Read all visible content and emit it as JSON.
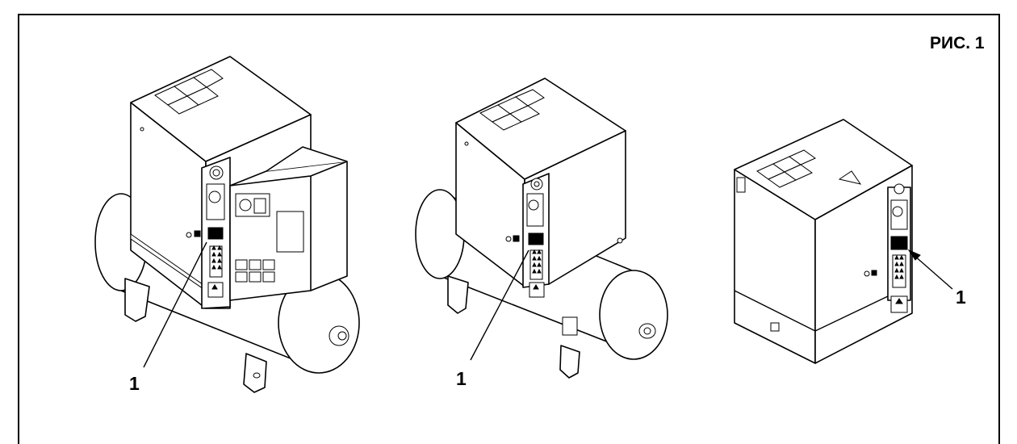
{
  "figure": {
    "title": "РИС. 1",
    "callouts": [
      {
        "id": "left",
        "label": "1"
      },
      {
        "id": "middle",
        "label": "1"
      },
      {
        "id": "right",
        "label": "1"
      }
    ]
  },
  "illustrations": [
    {
      "id": "compressor-with-tank-and-dryer",
      "icon": "compressor-tank-dryer-drawing"
    },
    {
      "id": "compressor-with-tank",
      "icon": "compressor-tank-drawing"
    },
    {
      "id": "compressor-base",
      "icon": "compressor-base-drawing"
    }
  ]
}
